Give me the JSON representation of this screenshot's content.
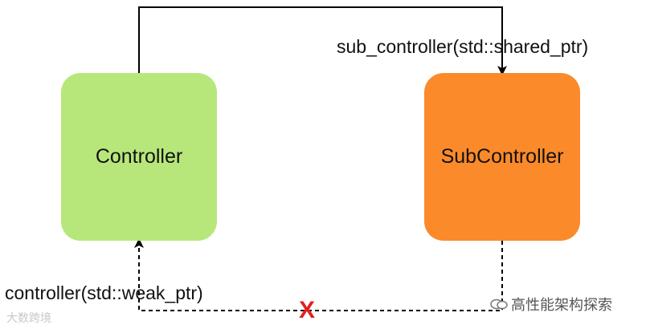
{
  "nodes": {
    "controller": {
      "label": "Controller",
      "color": "#b7e77b"
    },
    "subcontroller": {
      "label": "SubController",
      "color": "#fb8a2a"
    }
  },
  "edges": {
    "shared": {
      "label": "sub_controller(std::shared_ptr)",
      "style": "solid"
    },
    "weak": {
      "label": "controller(std::weak_ptr)",
      "style": "dashed"
    }
  },
  "cross_mark": "X",
  "colors": {
    "line": "#000000",
    "cross": "#e02020"
  },
  "watermarks": {
    "left": "大数跨境",
    "right": "高性能架构探索",
    "right_icon": "wechat-icon"
  }
}
